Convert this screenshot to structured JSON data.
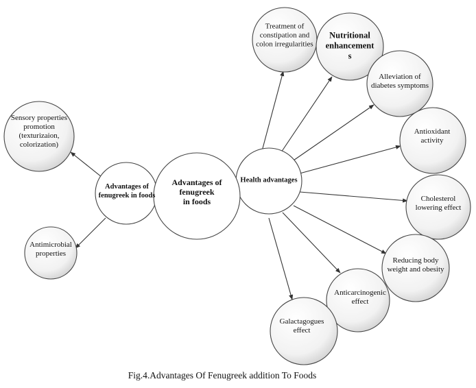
{
  "caption": "Fig.4.Advantages Of Fenugreek addition To Foods",
  "nodes": {
    "center": "Advantages of\nfenugreek\nin foods",
    "foods_hub": "Advantages of\nfenugreek in foods",
    "health_hub": "Health advantages",
    "sensory": "Sensory properties\npromotion\n(texturizaion,\ncolorization)",
    "antimicrobial": "Antimicrobial\nproperties",
    "constipation": "Treatment of\nconstipation and\ncolon irregularities",
    "nutritional": "Nutritional\nenhancement\ns",
    "diabetes": "Alleviation of\ndiabetes symptoms",
    "antioxidant": "Antioxidant\nactivity",
    "cholesterol": "Cholesterol\nlowering effect",
    "weight": "Reducing body\nweight and obesity",
    "anticarcinogenic": "Anticarcinogenic\neffect",
    "galactagogues": "Galactagogues\neffect"
  },
  "colors": {
    "line": "#333333",
    "circle_stroke": "#444444",
    "ball_light": "#ffffff",
    "ball_shade": "#d9d9d9"
  }
}
